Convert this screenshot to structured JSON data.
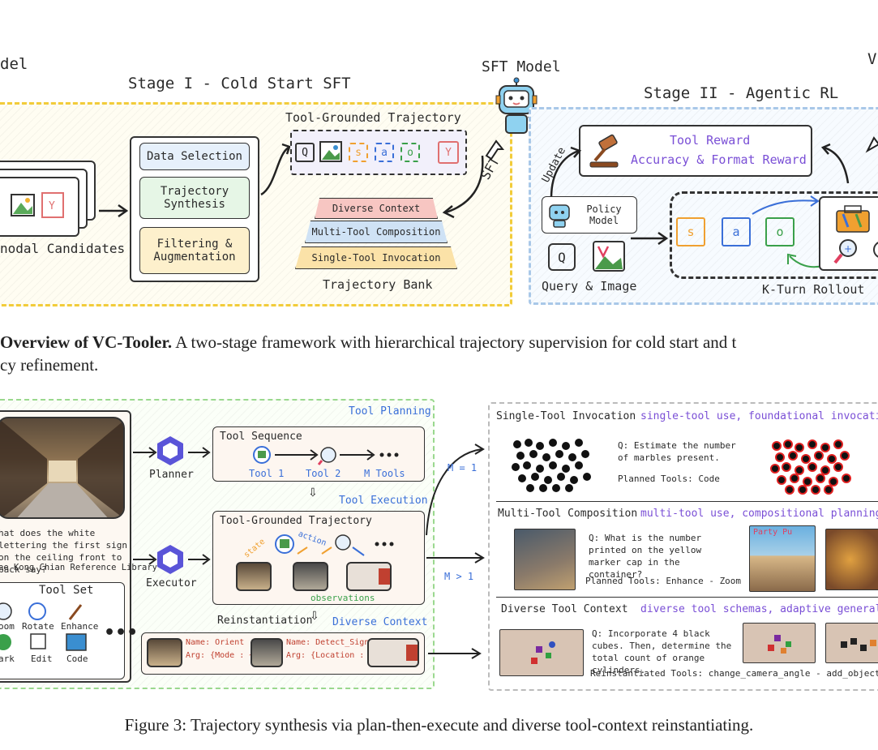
{
  "fig2": {
    "title_left": "del",
    "title_right": "V",
    "stage1_title": "Stage I - Cold Start SFT",
    "stage2_title": "Stage II - Agentic RL",
    "sft_model": "SFT Model",
    "candidates_label": "nodal Candidates",
    "data_selection": "Data Selection",
    "trajectory_synthesis": "Trajectory Synthesis",
    "filtering": "Filtering & Augmentation",
    "tool_grounded_trajectory": "Tool-Grounded Trajectory",
    "bank_levels": [
      "Diverse Context",
      "Multi-Tool Composition",
      "Single-Tool Invocation"
    ],
    "trajectory_bank": "Trajectory Bank",
    "sft_arrow": "SFT",
    "update_label": "Update",
    "tool_reward": "Tool Reward",
    "accuracy_reward": "Accuracy & Format Reward",
    "policy_model": "Policy Model",
    "query_image": "Query & Image",
    "k_turn": "K-Turn Rollout",
    "tokens": [
      "Q",
      "s",
      "a",
      "o",
      "Y"
    ]
  },
  "caption2": {
    "bold": "Overview of VC-Tooler.",
    "line1_rest": " A two-stage framework with hierarchical trajectory supervision for cold start and t",
    "line2": "cy refinement."
  },
  "fig3": {
    "question": "hat does the white lettering the first sign on the ceiling front to back say?",
    "library_name": "ee Kong Chian Reference Library",
    "planner": "Planner",
    "executor": "Executor",
    "tool_planning": "Tool Planning",
    "tool_sequence": "Tool Sequence",
    "tool1": "Tool 1",
    "tool2": "Tool 2",
    "m_tools": "M Tools",
    "tool_execution": "Tool Execution",
    "tgt": "Tool-Grounded Trajectory",
    "state": "state",
    "action": "action",
    "observations": "observations",
    "reinstantiation": "Reinstantiation",
    "diverse_context": "Diverse Context",
    "tool_set": "Tool Set",
    "tools": [
      "oom",
      "Rotate",
      "Enhance",
      "ark",
      "Edit",
      "Code"
    ],
    "name1": "Name: Orient",
    "arg1": "Arg: {Mode : ~}",
    "name2": "Name: Detect_Sign",
    "arg2": "Arg: {Location : ~}",
    "m_eq_1": "M = 1",
    "m_gt_1": "M > 1",
    "single_title": "Single-Tool Invocation",
    "single_sub": "single-tool use, foundational invocation",
    "single_q": "Q: Estimate the number of marbles present.",
    "single_tools": "Planned Tools: Code",
    "multi_title": "Multi-Tool Composition",
    "multi_sub": "multi-tool use, compositional planning",
    "multi_q": "Q: What is the number printed on the yellow marker cap in the container?",
    "multi_tools": "Planned Tools: Enhance - Zoom",
    "party": "Party Pu",
    "diverse_title": "Diverse Tool Context",
    "diverse_sub": "diverse tool schemas, adaptive generalizat",
    "diverse_q": "Q: Incorporate 4 black cubes. Then, determine the total count of orange cylinders.",
    "diverse_tools": "Reinstantiated Tools: change_camera_angle - add_objects"
  },
  "caption3": "Figure 3: Trajectory synthesis via plan-then-execute and diverse tool-context reinstantiating.",
  "colors": {
    "stage1_border": "#f2cc3a",
    "stage2_border": "#a9c8e8",
    "fig3_border": "#9ad88e",
    "purple": "#7a4fd6",
    "blue": "#3a6fd8",
    "orange": "#f0a030",
    "green": "#3aa04a"
  }
}
